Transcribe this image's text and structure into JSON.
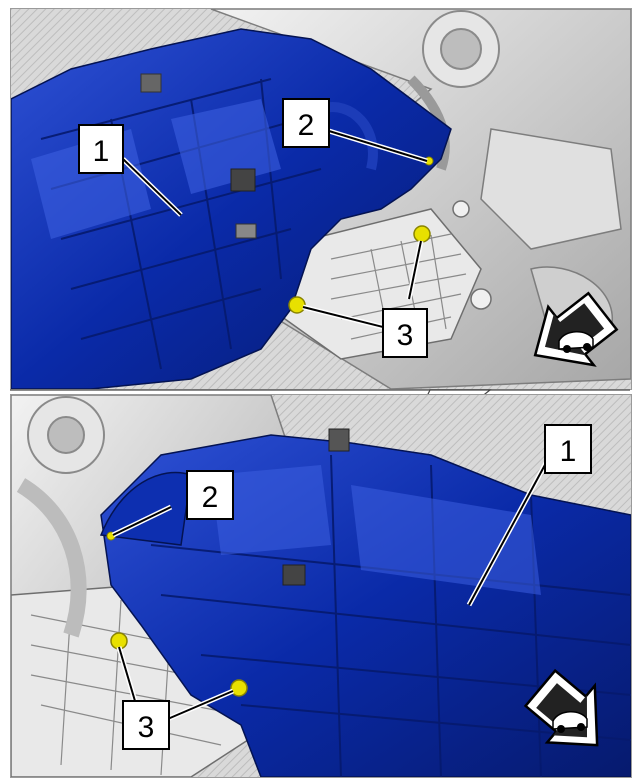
{
  "callouts": {
    "top": {
      "c1": "1",
      "c2": "2",
      "c3": "3"
    },
    "bottom": {
      "c1": "1",
      "c2": "2",
      "c3": "3"
    }
  },
  "colors": {
    "part_blue": "#0a2aa8",
    "part_blue_dark": "#061a6e",
    "part_blue_light": "#2f52d6",
    "fastener_yellow": "#e8e000",
    "engine_grey": "#d2d2d2",
    "engine_dark": "#8c8c8c"
  },
  "icons": [
    "vehicle-direction-arrow-icon-top",
    "vehicle-direction-arrow-icon-bottom"
  ]
}
